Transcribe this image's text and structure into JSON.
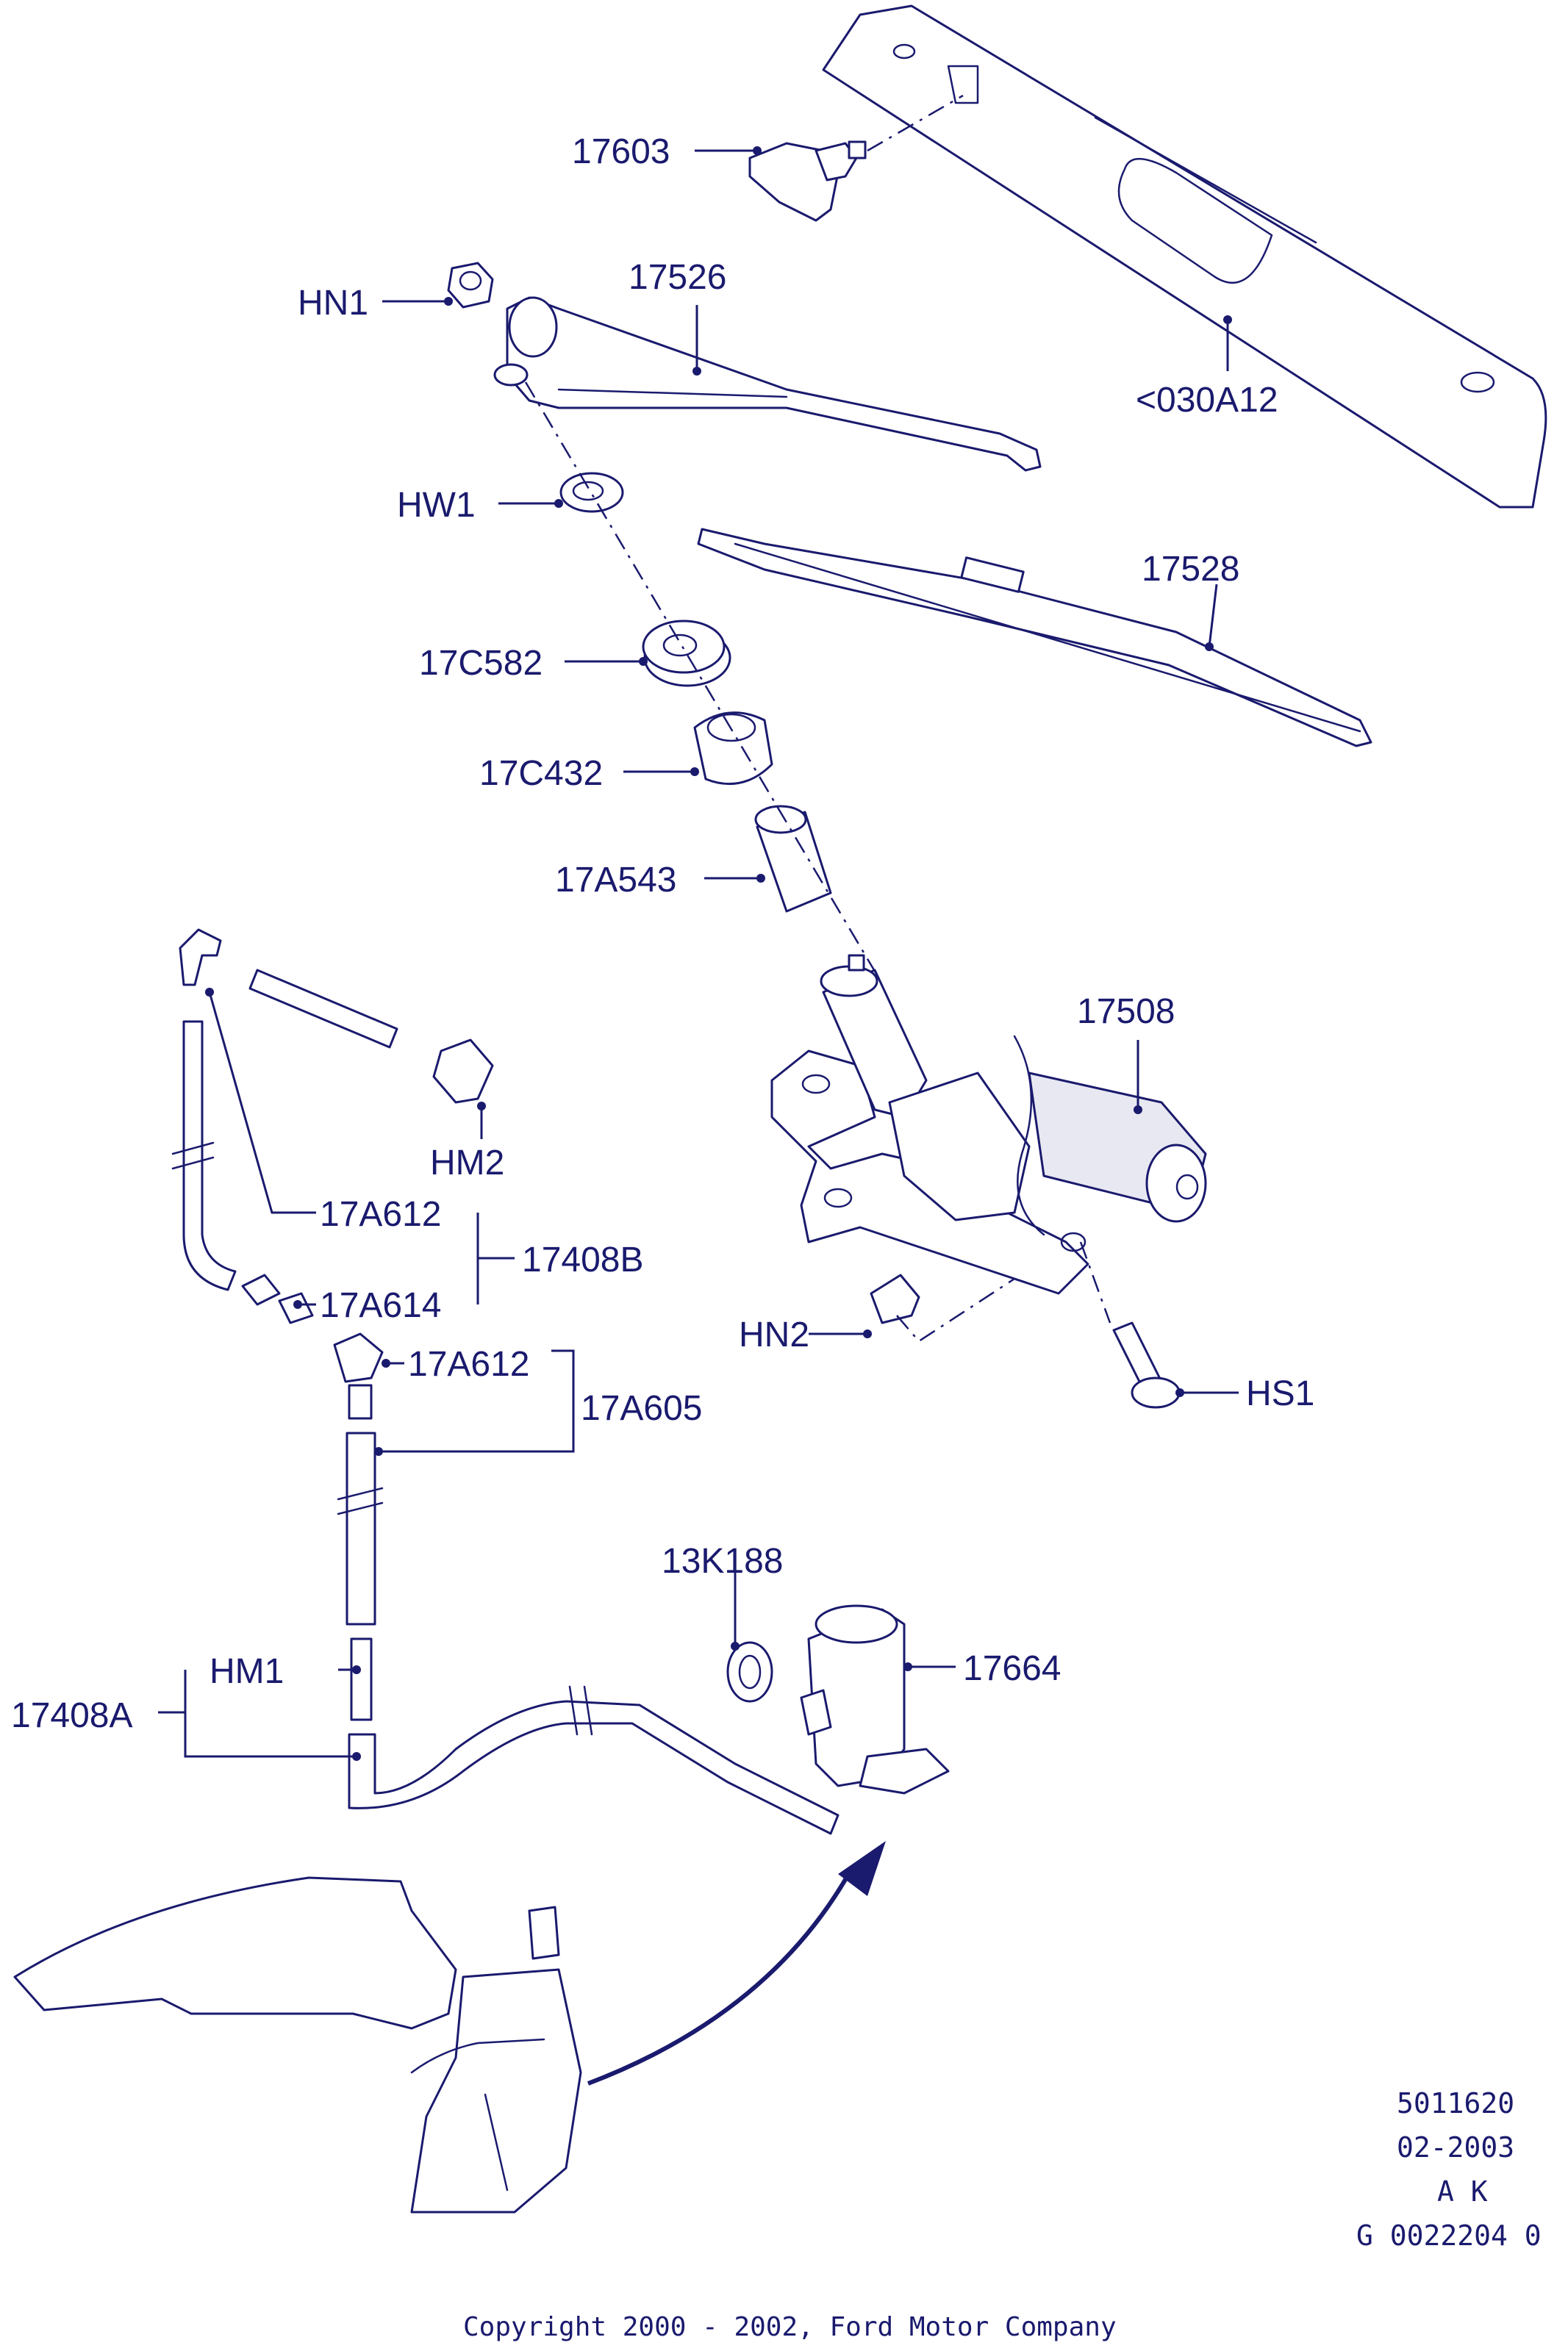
{
  "labels": {
    "p17603": "17603",
    "hn1": "HN1",
    "p17526": "17526",
    "p030a12": "<030A12",
    "hw1": "HW1",
    "p17528": "17528",
    "p17c582": "17C582",
    "p17c432": "17C432",
    "p17a543": "17A543",
    "p17508": "17508",
    "hm2": "HM2",
    "p17a612_a": "17A612",
    "p17408b": "17408B",
    "p17a614": "17A614",
    "hn2": "HN2",
    "hs1": "HS1",
    "p17a612_b": "17A612",
    "p17a605": "17A605",
    "p13k188": "13K188",
    "hm1": "HM1",
    "p17664": "17664",
    "p17408a": "17408A"
  },
  "info_block": {
    "ref": "5011620",
    "date": "02-2003",
    "initials": "A K",
    "code": "G 0022204 0"
  },
  "copyright": "Copyright 2000 - 2002, Ford Motor Company",
  "colors": {
    "ink": "#1a1a6e",
    "background": "#ffffff"
  }
}
